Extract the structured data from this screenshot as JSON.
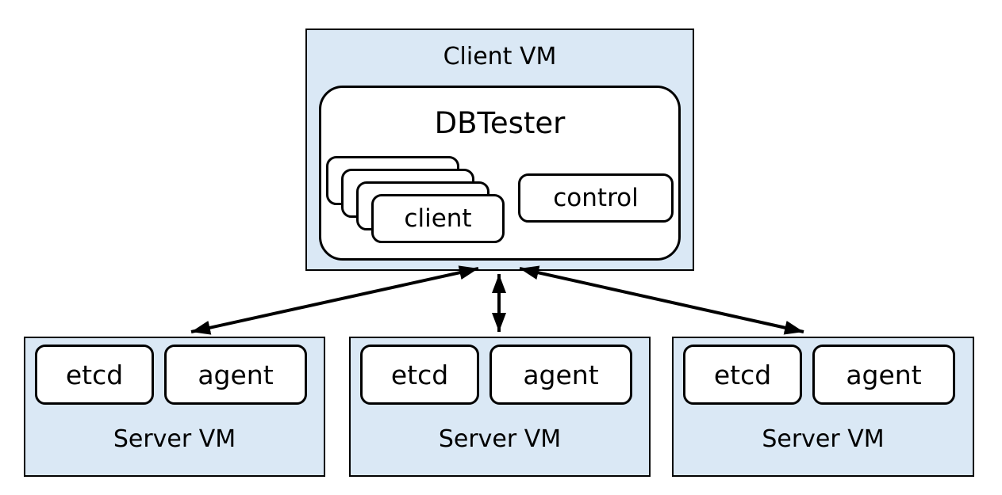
{
  "diagram": {
    "client_vm": {
      "label": "Client VM",
      "dbtester": {
        "label": "DBTester",
        "client_label": "client",
        "control_label": "control"
      }
    },
    "server_vms": [
      {
        "label": "Server VM",
        "etcd_label": "etcd",
        "agent_label": "agent"
      },
      {
        "label": "Server VM",
        "etcd_label": "etcd",
        "agent_label": "agent"
      },
      {
        "label": "Server VM",
        "etcd_label": "etcd",
        "agent_label": "agent"
      }
    ],
    "colors": {
      "vm_fill": "#dae8f5",
      "box_fill": "#ffffff",
      "border": "#000000"
    }
  }
}
